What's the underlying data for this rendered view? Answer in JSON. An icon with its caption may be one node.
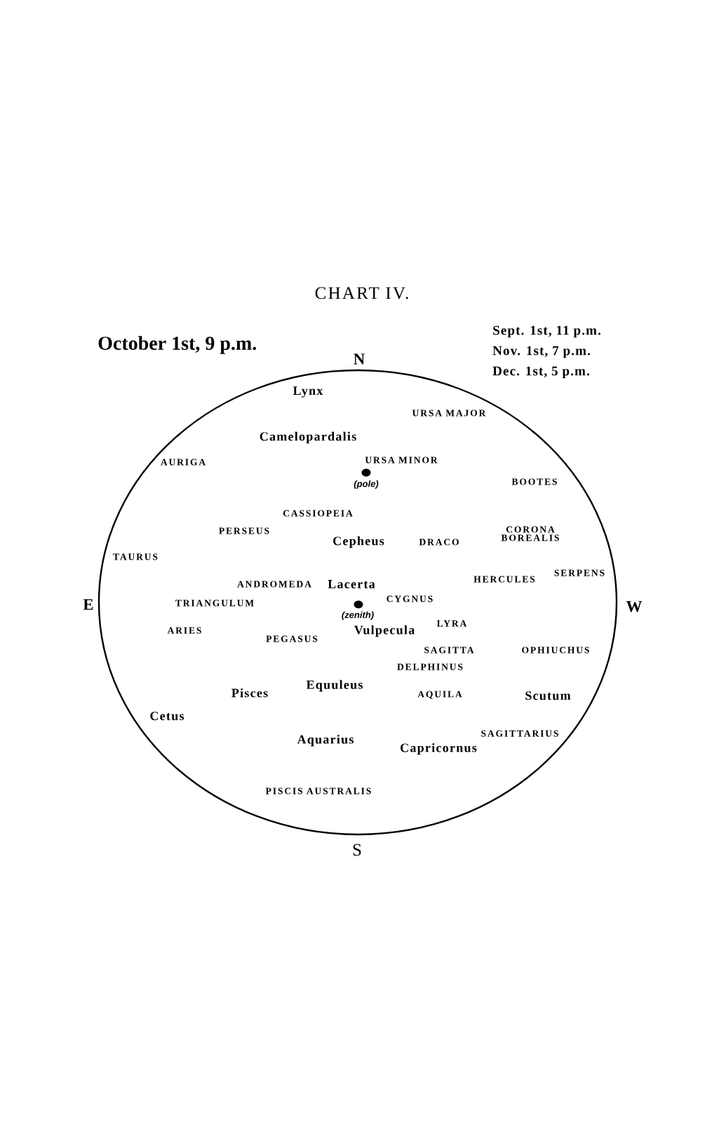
{
  "diagram": {
    "title": "CHART IV.",
    "labels": [
      "October 1st, 9 p.m.",
      "Sept. 1st, 11 p.m.",
      "Nov. 1st, 7 p.m.",
      "Dec. 1st, 5 p.m.",
      "N",
      "Lynx",
      "URSA MAJOR",
      "Camelopardalis",
      "AURIGA",
      "URSA MINOR",
      "(pole)",
      "BOOTES",
      "CASSIOPEIA",
      "PERSEUS",
      "CORONA BOREALIS",
      "Cepheus",
      "DRACO",
      "TAURUS",
      "ANDROMEDA",
      "Lacerta",
      "HERCULES",
      "SERPENS",
      "E",
      "TRIANGULUM",
      "CYGNUS",
      "W",
      "(zenith)",
      "ARIES",
      "PEGASUS",
      "Vulpecula",
      "LYRA",
      "SAGITTA",
      "OPHIUCHUS",
      "DELPHINUS",
      "Pisces",
      "Equuleus",
      "AQUILA",
      "Scutum",
      "Cetus",
      "Aquarius",
      "Capricornus",
      "SAGITTARIUS",
      "PISCIS AUSTRALIS",
      "S"
    ]
  }
}
